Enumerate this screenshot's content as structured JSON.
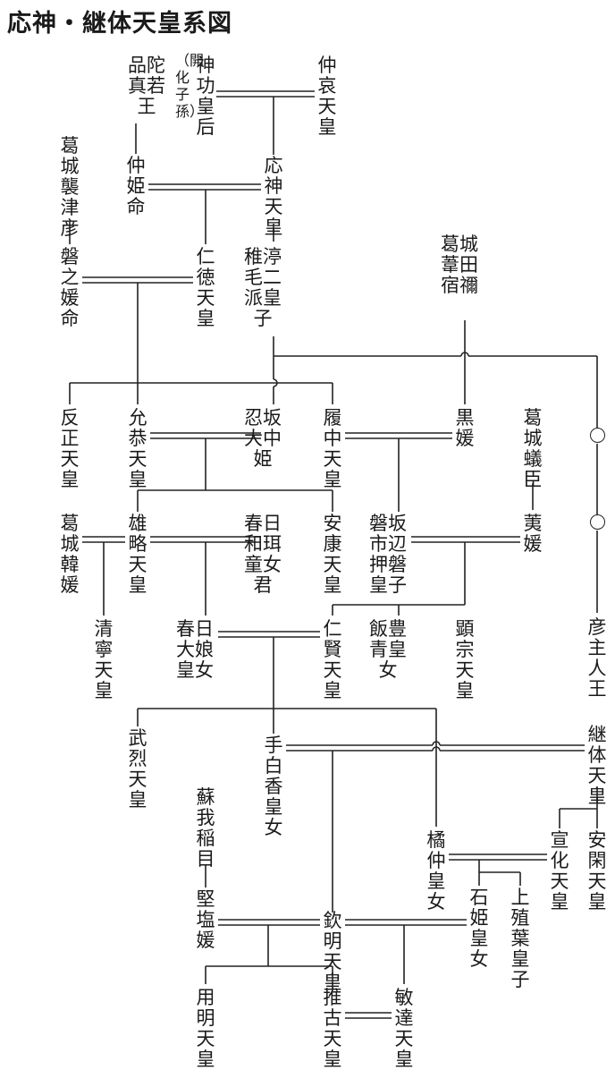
{
  "title": "応神・継体天皇系図",
  "people": {
    "chuai": "仲哀天皇",
    "jingu": "神功皇后",
    "jingu_note": "（開化子孫）",
    "homudamawaka": "品陀真若王",
    "nakatsuhime": "仲姫命",
    "katsuragi_sotsuhiko": "葛城襲津彦",
    "ojin": "応神天皇",
    "wakanuke": "稚渟毛二派皇子",
    "nintoku": "仁徳天皇",
    "iwanohime": "磐之媛命",
    "katsuragi_ashita": "葛城葦田宿禰",
    "hanzei": "反正天皇",
    "ingyo": "允恭天皇",
    "osakanoonakatsu": "忍坂大中姫",
    "richu": "履中天皇",
    "kurohime": "黒媛",
    "katsuragi_ari": "葛城蟻臣",
    "katsuragi_karahime": "葛城韓媛",
    "yuryaku": "雄略天皇",
    "kasuga_wani": "春日和珥童女君",
    "anko": "安康天皇",
    "ichinobe": "磐坂市辺押磐皇子",
    "haehime": "荑媛",
    "seinei": "清寧天皇",
    "kasuga_oiratsume": "春日大娘皇女",
    "ninken": "仁賢天皇",
    "iitoyo": "飯豊青皇女",
    "kenzo": "顕宗天皇",
    "hikoushi": "彦主人王",
    "buretsu": "武烈天皇",
    "tashiraka": "手白香皇女",
    "keitai": "継体天皇",
    "soga_iname": "蘇我稲目",
    "tachibana": "橘仲皇女",
    "senka": "宣化天皇",
    "ankan": "安閑天皇",
    "kitashihime": "堅塩媛",
    "kinmei": "欽明天皇",
    "ishihime": "石姫皇女",
    "kamiueha": "上殖葉皇子",
    "yomei": "用明天皇",
    "suiko": "推古天皇",
    "bidatsu": "敏達天皇"
  }
}
